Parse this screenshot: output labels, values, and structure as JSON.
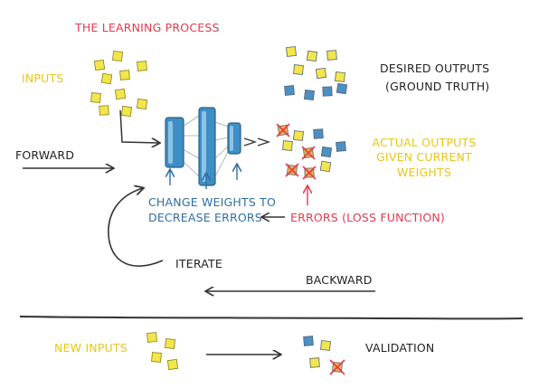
{
  "diagram": {
    "title": "THE LEARNING PROCESS",
    "inputs_label": "INPUTS",
    "desired_outputs_line1": "DESIRED OUTPUTS",
    "desired_outputs_line2": "(GROUND TRUTH)",
    "forward_label": "FORWARD",
    "actual_outputs_line1": "ACTUAL OUTPUTS",
    "actual_outputs_line2": "GIVEN CURRENT",
    "actual_outputs_line3": "WEIGHTS",
    "change_weights_line1": "CHANGE WEIGHTS TO",
    "change_weights_line2": "DECREASE ERRORS",
    "errors_label": "ERRORS (LOSS FUNCTION)",
    "iterate_label": "ITERATE",
    "backward_label": "BACKWARD",
    "new_inputs_label": "NEW INPUTS",
    "validation_label": "VALIDATION"
  },
  "colors": {
    "title_red": "#e23b4f",
    "input_yellow": "#e9c614",
    "sticky_yellow": "#f2e64d",
    "sticky_blue": "#4a90c4",
    "network_blue": "#3d8fc4",
    "error_orange": "#f0b34a",
    "annotation_blue": "#2e6fa6",
    "ink": "#333333"
  }
}
